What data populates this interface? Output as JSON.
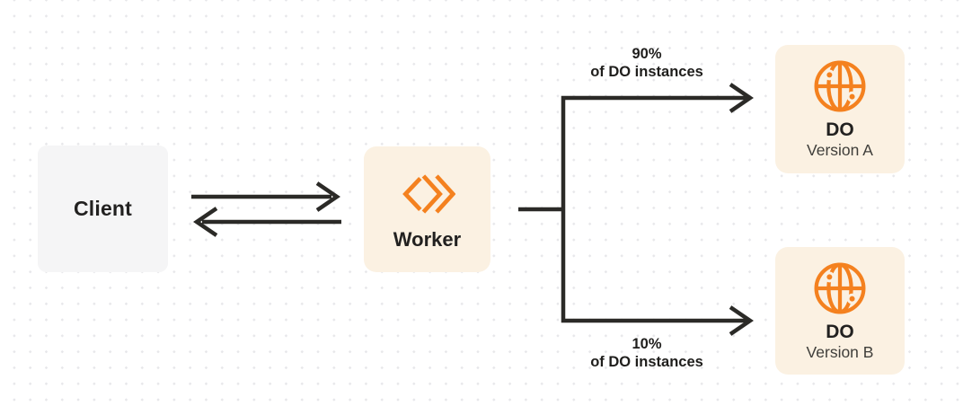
{
  "diagram": {
    "client": {
      "label": "Client"
    },
    "worker": {
      "label": "Worker"
    },
    "do_version_a": {
      "title": "DO",
      "subtitle": "Version A"
    },
    "do_version_b": {
      "title": "DO",
      "subtitle": "Version B"
    },
    "route_a": {
      "percent": "90%",
      "caption": "of DO instances"
    },
    "route_b": {
      "percent": "10%",
      "caption": "of DO instances"
    }
  },
  "icons": {
    "worker": "workers-icon",
    "do": "durable-object-globe-icon"
  },
  "colors": {
    "accent_orange": "#F4811F",
    "node_cream": "#FBF1E2",
    "node_gray": "#F5F5F6",
    "line_dark": "#2B2A27",
    "text_dark": "#222120",
    "text_subtle": "#3F3E3A",
    "dot_grid": "#E7E7EA",
    "background": "#FFFFFF"
  }
}
